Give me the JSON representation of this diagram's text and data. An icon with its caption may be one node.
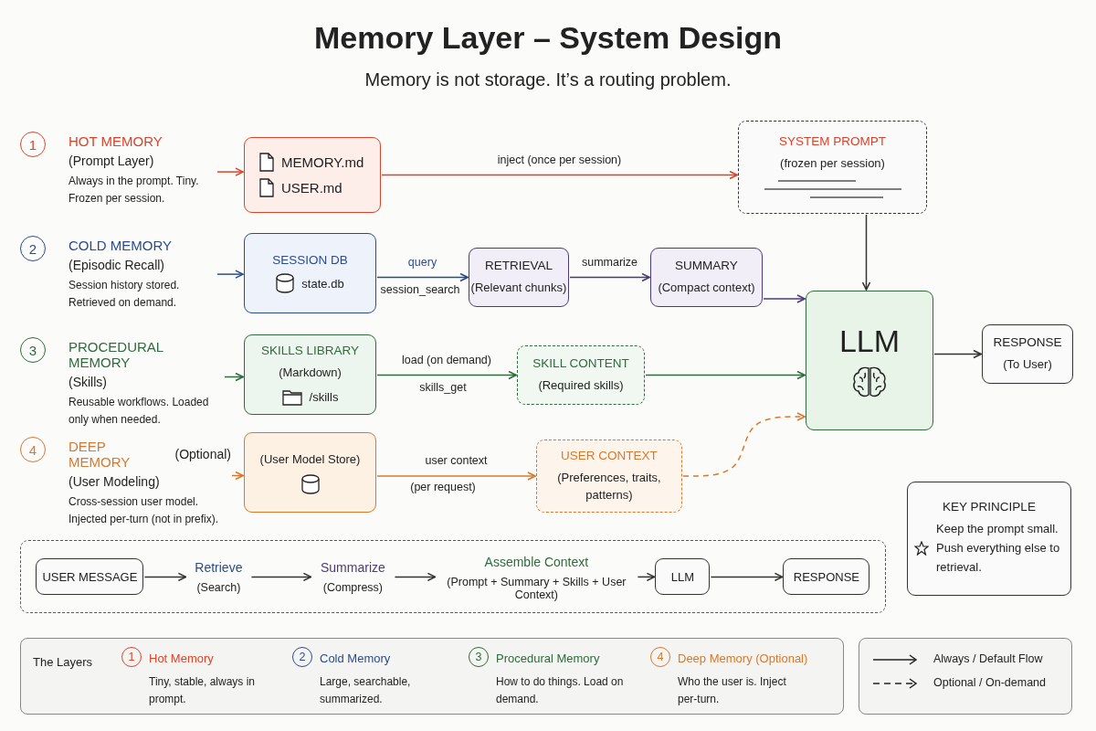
{
  "diagram": {
    "title": "Memory Layer – System Design",
    "nodes": [
      {
        "text": [
          "HOT MEMORY",
          "(Prompt Layer)",
          "Always in the prompt. Tiny. Frozen per session."
        ],
        "beside": [
          "1"
        ]
      },
      {
        "text": [
          "MEMORY.md",
          "USER.md"
        ]
      },
      {
        "text": [
          "SYSTEM PROMPT",
          "(frozen per session)"
        ]
      },
      {
        "text": [
          "COLD MEMORY",
          "(Episodic Recall)",
          "Session history stored. Retrieved on demand."
        ],
        "beside": [
          "2"
        ]
      },
      {
        "text": [
          "SESSION DB",
          "state.db"
        ]
      },
      {
        "text": [
          "RETRIEVAL",
          "(Relevant chunks)"
        ]
      },
      {
        "text": [
          "SUMMARY",
          "(Compact context)"
        ]
      },
      {
        "text": [
          "LLM"
        ]
      },
      {
        "text": [
          "PROCEDURAL MEMORY",
          "(Skills)",
          "Reusable workflows. Loaded only when needed."
        ],
        "beside": [
          "3"
        ]
      },
      {
        "text": [
          "SKILLS LIBRARY",
          "(Markdown)",
          "/skills"
        ]
      },
      {
        "text": [
          "SKILL CONTENT",
          "(Required skills)"
        ]
      },
      {
        "text": [
          "RESPONSE",
          "(To User)"
        ]
      },
      {
        "text": [
          "DEEP MEMORY",
          "(Optional)",
          "(User Modeling)",
          "Cross-session user model. Injected per-turn (not in prefix)."
        ],
        "beside": [
          "4"
        ]
      },
      {
        "text": [
          "(User Model Store)"
        ]
      },
      {
        "text": [
          "USER CONTEXT",
          "(Preferences, traits, patterns)"
        ]
      },
      {
        "text": [],
        "shape": "box"
      },
      {
        "text": [
          "USER MESSAGE"
        ],
        "in": 15
      },
      {
        "text": [
          "Retrieve",
          "(Search)"
        ],
        "in": 15
      },
      {
        "text": [
          "Summarize",
          "(Compress)"
        ],
        "in": 15
      },
      {
        "text": [
          "Assemble Context",
          "(Prompt + Summary + Skills + User Context)"
        ],
        "in": 15
      },
      {
        "text": [
          "LLM"
        ],
        "in": 15
      },
      {
        "text": [
          "RESPONSE"
        ],
        "in": 15
      },
      {
        "text": [
          "KEY PRINCIPLE",
          "Keep the prompt small. Push everything else to retrieval."
        ]
      }
    ],
    "edges": [
      {
        "from": 0,
        "to": 1,
        "arrow": "to",
        "color": "#d8452b"
      },
      {
        "from": 1,
        "to": 2,
        "arrow": "to",
        "label": "inject (once per session)",
        "color": "#d8452b"
      },
      {
        "from": 2,
        "to": 7,
        "arrow": "to"
      },
      {
        "from": 3,
        "to": 4,
        "arrow": "to",
        "color": "#2b4c8c"
      },
      {
        "from": 4,
        "to": 5,
        "arrow": "to",
        "label": "query",
        "color": "#2b4c8c"
      },
      {
        "from": 5,
        "to": 6,
        "arrow": "to",
        "label": "summarize",
        "color": "#4b3b78"
      },
      {
        "from": 6,
        "to": 7,
        "arrow": "to",
        "color": "#4b3b78"
      },
      {
        "from": 8,
        "to": 9,
        "arrow": "to",
        "color": "#2e6b3e"
      },
      {
        "from": 9,
        "to": 10,
        "arrow": "to",
        "label": "load (on demand)",
        "color": "#2e6b3e"
      },
      {
        "from": 10,
        "to": 7,
        "arrow": "to",
        "color": "#2e6b3e"
      },
      {
        "from": 7,
        "to": 11,
        "arrow": "to"
      },
      {
        "from": 12,
        "to": 13,
        "arrow": "to",
        "color": "#d9782d"
      },
      {
        "from": 13,
        "to": 14,
        "arrow": "to",
        "label": "user context",
        "color": "#d9782d"
      },
      {
        "from": 14,
        "to": 7,
        "arrow": "to",
        "style": "dashed",
        "color": "#d9782d"
      },
      {
        "from": 16,
        "to": 17,
        "arrow": "to"
      },
      {
        "from": 17,
        "to": 18,
        "arrow": "to"
      },
      {
        "from": 18,
        "to": 19,
        "arrow": "to"
      },
      {
        "from": 19,
        "to": 20,
        "arrow": "to"
      },
      {
        "from": 20,
        "to": 21,
        "arrow": "to"
      }
    ],
    "labels": [
      "Memory is not storage. It’s a routing problem.",
      "session_search",
      "skills_get",
      "(per request)",
      "The Layers",
      "1",
      "Hot Memory",
      "Tiny, stable, always in prompt.",
      "2",
      "Cold Memory",
      "Large, searchable, summarized.",
      "3",
      "Procedural Memory",
      "How to do things. Load on demand.",
      "4",
      "Deep Memory (Optional)",
      "Who the user is. Inject per-turn."
    ],
    "legend": [
      {
        "text": "Always / Default Flow"
      },
      {
        "text": "Optional / On-demand"
      }
    ]
  }
}
